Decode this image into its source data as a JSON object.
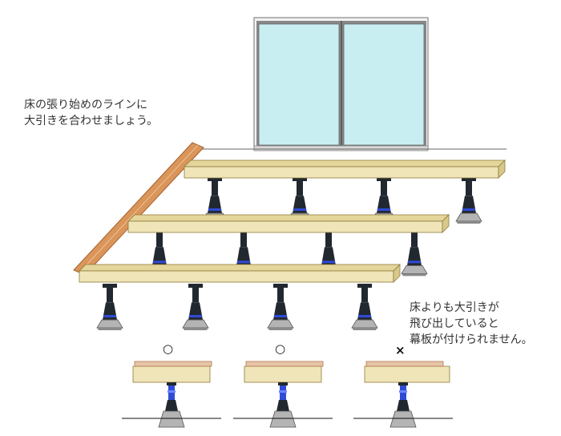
{
  "instruction_note": {
    "lines": [
      "床の張り始めのラインに",
      "大引きを合わせましょう。"
    ]
  },
  "warning_note": {
    "lines": [
      "床よりも大引きが",
      "飛び出していると",
      "幕板が付けられません。"
    ]
  },
  "comparison": {
    "marks": [
      "○",
      "○",
      "×"
    ],
    "beam_protrusion": [
      "flush",
      "flush",
      "protruding"
    ]
  },
  "colors": {
    "beam_face": "#f0e5b8",
    "beam_top": "#e4d59a",
    "beam_edge": "#8c7a3a",
    "edge_board": "#d9955a",
    "edge_board_dark": "#a85f2a",
    "post_dark": "#222830",
    "post_blue": "#2f4bd6",
    "base_gray": "#b4b4b4",
    "glass": "#c8eef2",
    "frame": "#888888"
  },
  "icons": {
    "good": "circle-mark-icon",
    "bad": "cross-mark-icon"
  }
}
